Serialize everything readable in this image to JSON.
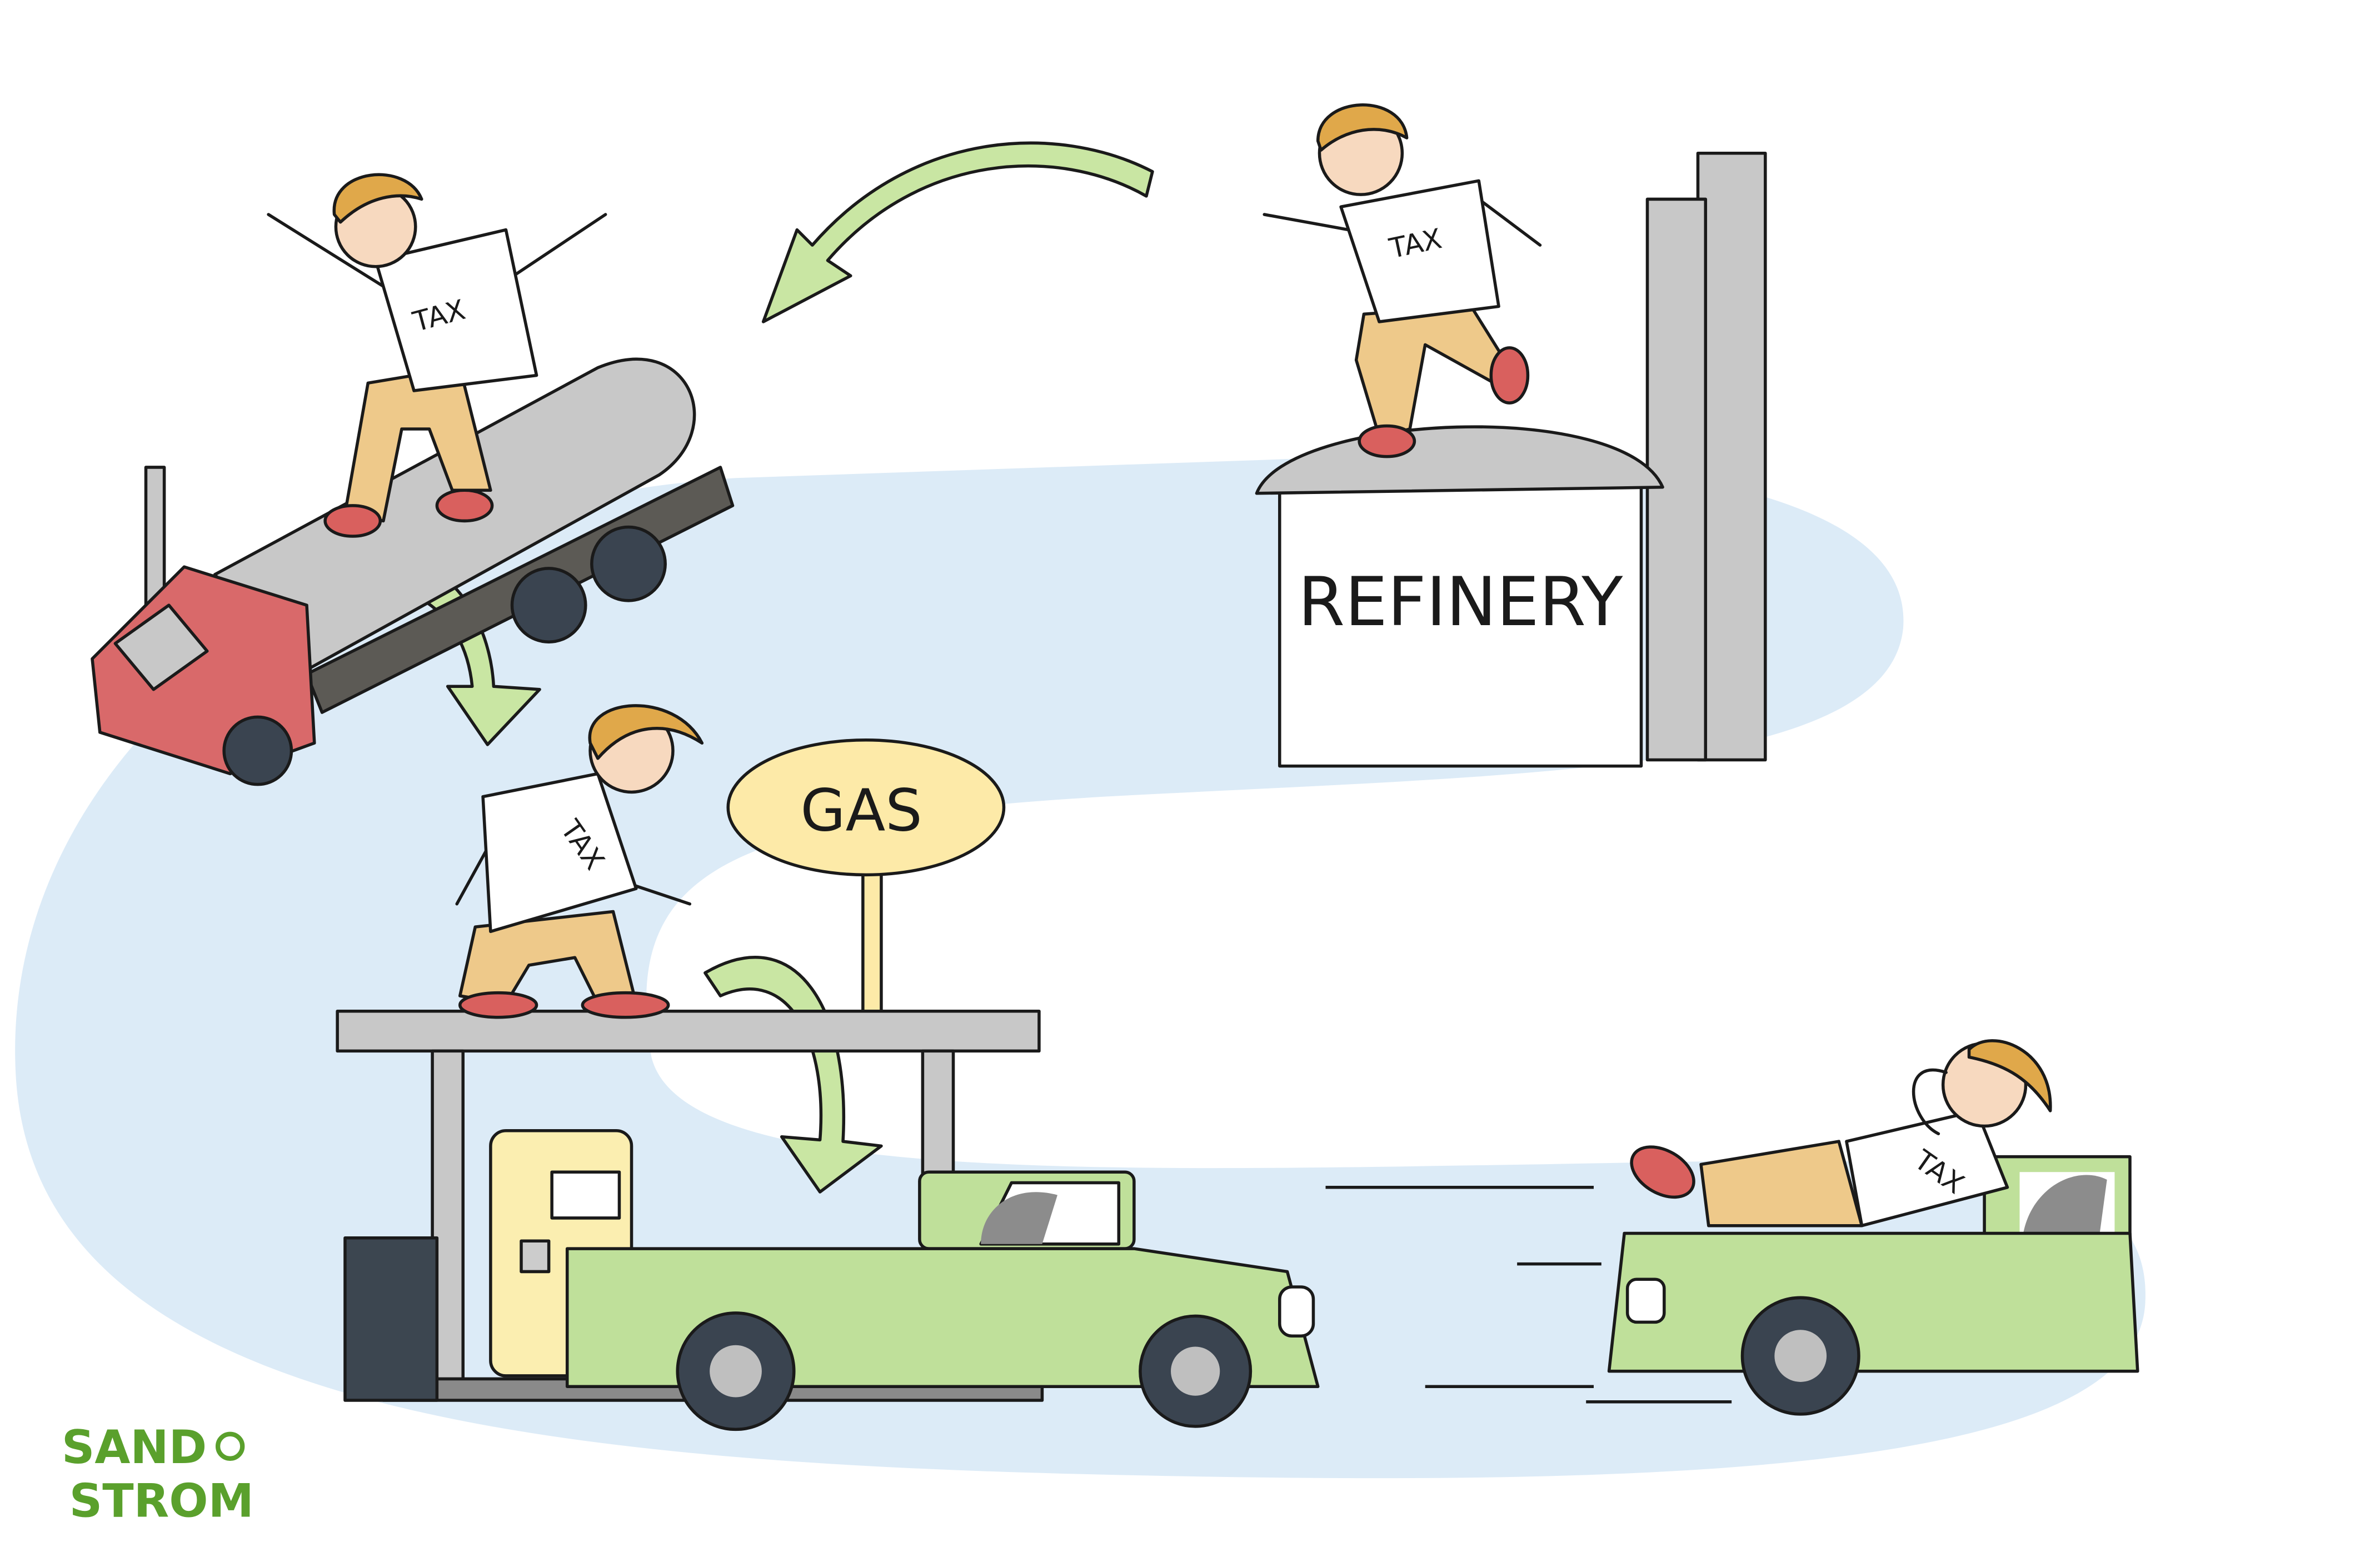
{
  "labels": {
    "refinery": "REFINERY",
    "gas_sign": "GAS",
    "shirt_text": "TAX"
  },
  "characters": [
    {
      "shirt": "TAX"
    },
    {
      "shirt": "TAX"
    },
    {
      "shirt": "TAX"
    },
    {
      "shirt": "TAX"
    }
  ],
  "logo": {
    "line1": "SAND",
    "line2": "STROM"
  },
  "colors": {
    "background_blob": "#dcebf7",
    "arrow": "#c9e6a3",
    "truck_green": "#bfe09a",
    "cab_red": "#d9696a",
    "logo_green": "#5aa02c"
  }
}
